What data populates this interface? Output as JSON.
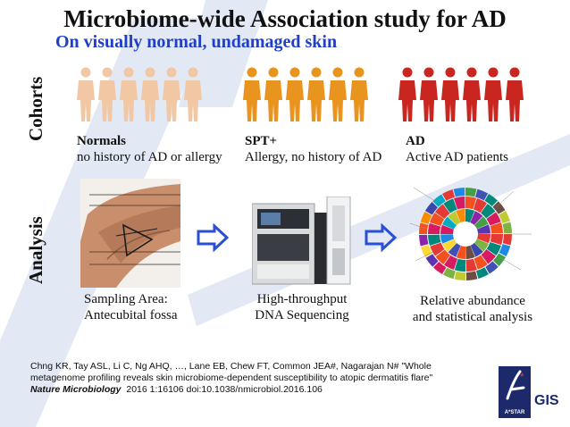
{
  "title": "Microbiome-wide Association study for AD",
  "subtitle": "On visually normal, undamaged skin",
  "rows": {
    "cohorts": "Cohorts",
    "analysis": "Analysis"
  },
  "cohorts": [
    {
      "name": "Normals",
      "description": "no history of AD or allergy",
      "color": "#f1c7a4"
    },
    {
      "name": "SPT+",
      "description": "Allergy, no history of AD",
      "color": "#e8941f"
    },
    {
      "name": "AD",
      "description": "Active AD patients",
      "color": "#c8261e"
    }
  ],
  "analysis": [
    {
      "line1": "Sampling Area:",
      "line2": "Antecubital fossa"
    },
    {
      "line1": "High-throughput",
      "line2": "DNA Sequencing"
    },
    {
      "line1": "Relative abundance",
      "line2": "and statistical analysis"
    }
  ],
  "citation": {
    "line1": "Chng KR, Tay ASL, Li C, Ng AHQ, …, Lane EB, Chew FT, Common JEA#, Nagarajan N# \"Whole",
    "line2": "metagenome profiling reveals skin microbiome-dependent susceptibility to atopic dermatitis flare\"",
    "journal": "Nature Microbiology",
    "ref": "2016 1:16106 doi:10.1038/nmicrobiol.2016.106"
  },
  "logo": {
    "name": "GIS",
    "sub": "A*STAR"
  },
  "colors": {
    "subtitle": "#1f3fc8",
    "arrow": "#2a4fd6",
    "logo": "#1c2a6b"
  }
}
